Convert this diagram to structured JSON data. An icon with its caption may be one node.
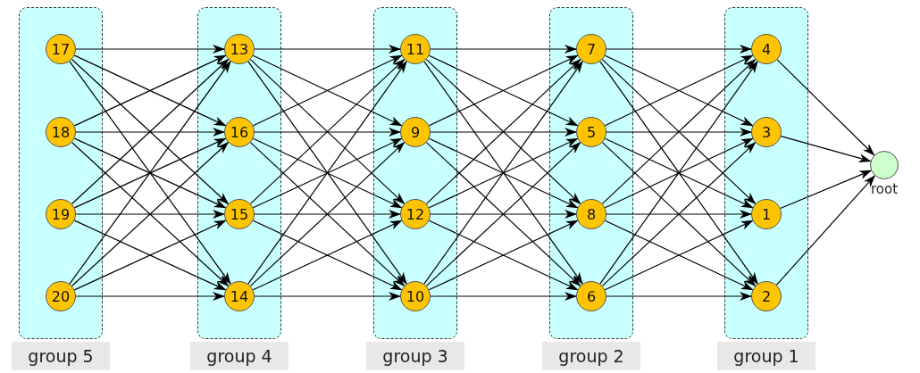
{
  "diagram": {
    "nodes": [
      {
        "text": [
          "group 5"
        ]
      },
      {
        "text": [
          "17"
        ],
        "in": 0
      },
      {
        "text": [
          "18"
        ],
        "in": 0
      },
      {
        "text": [
          "19"
        ],
        "in": 0
      },
      {
        "text": [
          "20"
        ],
        "in": 0
      },
      {
        "text": [
          "group 4"
        ]
      },
      {
        "text": [
          "13"
        ],
        "in": 5
      },
      {
        "text": [
          "16"
        ],
        "in": 5
      },
      {
        "text": [
          "15"
        ],
        "in": 5
      },
      {
        "text": [
          "14"
        ],
        "in": 5
      },
      {
        "text": [
          "group 3"
        ]
      },
      {
        "text": [
          "11"
        ],
        "in": 10
      },
      {
        "text": [
          "9"
        ],
        "in": 10
      },
      {
        "text": [
          "12"
        ],
        "in": 10
      },
      {
        "text": [
          "10"
        ],
        "in": 10
      },
      {
        "text": [
          "group 2"
        ]
      },
      {
        "text": [
          "7"
        ],
        "in": 15
      },
      {
        "text": [
          "5"
        ],
        "in": 15
      },
      {
        "text": [
          "8"
        ],
        "in": 15
      },
      {
        "text": [
          "6"
        ],
        "in": 15
      },
      {
        "text": [
          "group 1"
        ]
      },
      {
        "text": [
          "4"
        ],
        "in": 20
      },
      {
        "text": [
          "3"
        ],
        "in": 20
      },
      {
        "text": [
          "1"
        ],
        "in": 20
      },
      {
        "text": [
          "2"
        ],
        "in": 20
      },
      {
        "text": [
          "root"
        ]
      }
    ],
    "edges": [
      {
        "from": 1,
        "to": 6,
        "arrow": "to"
      },
      {
        "from": 1,
        "to": 7,
        "arrow": "to"
      },
      {
        "from": 1,
        "to": 8,
        "arrow": "to"
      },
      {
        "from": 1,
        "to": 9,
        "arrow": "to"
      },
      {
        "from": 2,
        "to": 6,
        "arrow": "to"
      },
      {
        "from": 2,
        "to": 7,
        "arrow": "to"
      },
      {
        "from": 2,
        "to": 8,
        "arrow": "to"
      },
      {
        "from": 2,
        "to": 9,
        "arrow": "to"
      },
      {
        "from": 3,
        "to": 6,
        "arrow": "to"
      },
      {
        "from": 3,
        "to": 7,
        "arrow": "to"
      },
      {
        "from": 3,
        "to": 8,
        "arrow": "to"
      },
      {
        "from": 3,
        "to": 9,
        "arrow": "to"
      },
      {
        "from": 4,
        "to": 6,
        "arrow": "to"
      },
      {
        "from": 4,
        "to": 7,
        "arrow": "to"
      },
      {
        "from": 4,
        "to": 8,
        "arrow": "to"
      },
      {
        "from": 4,
        "to": 9,
        "arrow": "to"
      },
      {
        "from": 6,
        "to": 11,
        "arrow": "to"
      },
      {
        "from": 6,
        "to": 12,
        "arrow": "to"
      },
      {
        "from": 6,
        "to": 13,
        "arrow": "to"
      },
      {
        "from": 6,
        "to": 14,
        "arrow": "to"
      },
      {
        "from": 7,
        "to": 11,
        "arrow": "to"
      },
      {
        "from": 7,
        "to": 12,
        "arrow": "to"
      },
      {
        "from": 7,
        "to": 13,
        "arrow": "to"
      },
      {
        "from": 7,
        "to": 14,
        "arrow": "to"
      },
      {
        "from": 8,
        "to": 11,
        "arrow": "to"
      },
      {
        "from": 8,
        "to": 12,
        "arrow": "to"
      },
      {
        "from": 8,
        "to": 13,
        "arrow": "to"
      },
      {
        "from": 8,
        "to": 14,
        "arrow": "to"
      },
      {
        "from": 9,
        "to": 11,
        "arrow": "to"
      },
      {
        "from": 9,
        "to": 12,
        "arrow": "to"
      },
      {
        "from": 9,
        "to": 13,
        "arrow": "to"
      },
      {
        "from": 9,
        "to": 14,
        "arrow": "to"
      },
      {
        "from": 11,
        "to": 16,
        "arrow": "to"
      },
      {
        "from": 11,
        "to": 17,
        "arrow": "to"
      },
      {
        "from": 11,
        "to": 18,
        "arrow": "to"
      },
      {
        "from": 11,
        "to": 19,
        "arrow": "to"
      },
      {
        "from": 12,
        "to": 16,
        "arrow": "to"
      },
      {
        "from": 12,
        "to": 17,
        "arrow": "to"
      },
      {
        "from": 12,
        "to": 18,
        "arrow": "to"
      },
      {
        "from": 12,
        "to": 19,
        "arrow": "to"
      },
      {
        "from": 13,
        "to": 16,
        "arrow": "to"
      },
      {
        "from": 13,
        "to": 17,
        "arrow": "to"
      },
      {
        "from": 13,
        "to": 18,
        "arrow": "to"
      },
      {
        "from": 13,
        "to": 19,
        "arrow": "to"
      },
      {
        "from": 14,
        "to": 16,
        "arrow": "to"
      },
      {
        "from": 14,
        "to": 17,
        "arrow": "to"
      },
      {
        "from": 14,
        "to": 18,
        "arrow": "to"
      },
      {
        "from": 14,
        "to": 19,
        "arrow": "to"
      },
      {
        "from": 16,
        "to": 21,
        "arrow": "to"
      },
      {
        "from": 16,
        "to": 22,
        "arrow": "to"
      },
      {
        "from": 16,
        "to": 23,
        "arrow": "to"
      },
      {
        "from": 16,
        "to": 24,
        "arrow": "to"
      },
      {
        "from": 17,
        "to": 21,
        "arrow": "to"
      },
      {
        "from": 17,
        "to": 22,
        "arrow": "to"
      },
      {
        "from": 17,
        "to": 23,
        "arrow": "to"
      },
      {
        "from": 17,
        "to": 24,
        "arrow": "to"
      },
      {
        "from": 18,
        "to": 21,
        "arrow": "to"
      },
      {
        "from": 18,
        "to": 22,
        "arrow": "to"
      },
      {
        "from": 18,
        "to": 23,
        "arrow": "to"
      },
      {
        "from": 18,
        "to": 24,
        "arrow": "to"
      },
      {
        "from": 19,
        "to": 21,
        "arrow": "to"
      },
      {
        "from": 19,
        "to": 22,
        "arrow": "to"
      },
      {
        "from": 19,
        "to": 23,
        "arrow": "to"
      },
      {
        "from": 19,
        "to": 24,
        "arrow": "to"
      },
      {
        "from": 21,
        "to": 25,
        "arrow": "to"
      },
      {
        "from": 22,
        "to": 25,
        "arrow": "to"
      },
      {
        "from": 23,
        "to": 25,
        "arrow": "to"
      },
      {
        "from": 24,
        "to": 25,
        "arrow": "to"
      }
    ]
  }
}
